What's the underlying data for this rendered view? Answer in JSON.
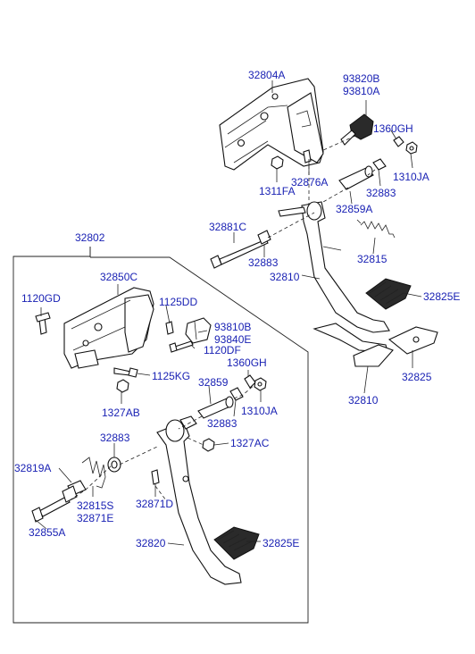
{
  "labels": {
    "p32804A": "32804A",
    "p93820B": "93820B",
    "p93810A": "93810A",
    "p1360GH_top": "1360GH",
    "p1310JA_top": "1310JA",
    "p1311FA": "1311FA",
    "p32876A": "32876A",
    "p32883_top": "32883",
    "p32859A": "32859A",
    "p32881C": "32881C",
    "p32883_mid": "32883",
    "p32815": "32815",
    "p32810_top": "32810",
    "p32825E_top": "32825E",
    "p32825": "32825",
    "p32810_bot": "32810",
    "p32802": "32802",
    "p32850C": "32850C",
    "p1120GD": "1120GD",
    "p1125DD": "1125DD",
    "p93810B": "93810B",
    "p93840E": "93840E",
    "p1120DF": "1120DF",
    "p1125KG": "1125KG",
    "p1360GH_bot": "1360GH",
    "p32859": "32859",
    "p1327AB": "1327AB",
    "p1310JA_bot": "1310JA",
    "p32883_bot": "32883",
    "p32883_left": "32883",
    "p1327AC": "1327AC",
    "p32819A": "32819A",
    "p32815S": "32815S",
    "p32871E": "32871E",
    "p32871D": "32871D",
    "p32855A": "32855A",
    "p32820": "32820",
    "p32825E_bot": "32825E"
  }
}
